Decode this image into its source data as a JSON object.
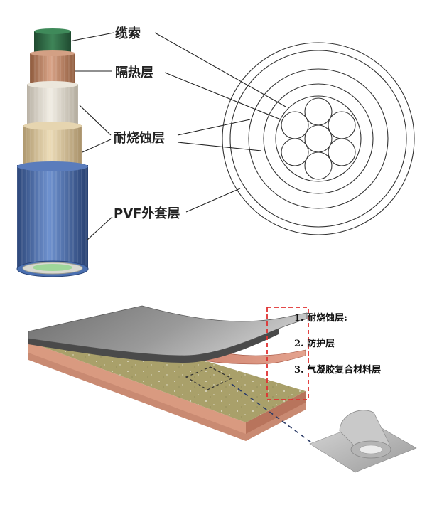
{
  "top_labels": {
    "cable": "缆索",
    "insulation": "隔热层",
    "corrosion": "耐烧蚀层",
    "pvf": "PVF外套层"
  },
  "bottom_labels": {
    "item1": "1. 耐烧蚀层:",
    "item2": "2. 防护层",
    "item3": "3. 气凝胶复合材料层"
  },
  "colors": {
    "cable_green": "#2f6a46",
    "insulation_copper": "#c48e6e",
    "layer_white": "#e7e2d8",
    "layer_beige": "#dcc8a0",
    "jacket_blue": "#4a6fb0",
    "highlight_red": "#e03030"
  }
}
